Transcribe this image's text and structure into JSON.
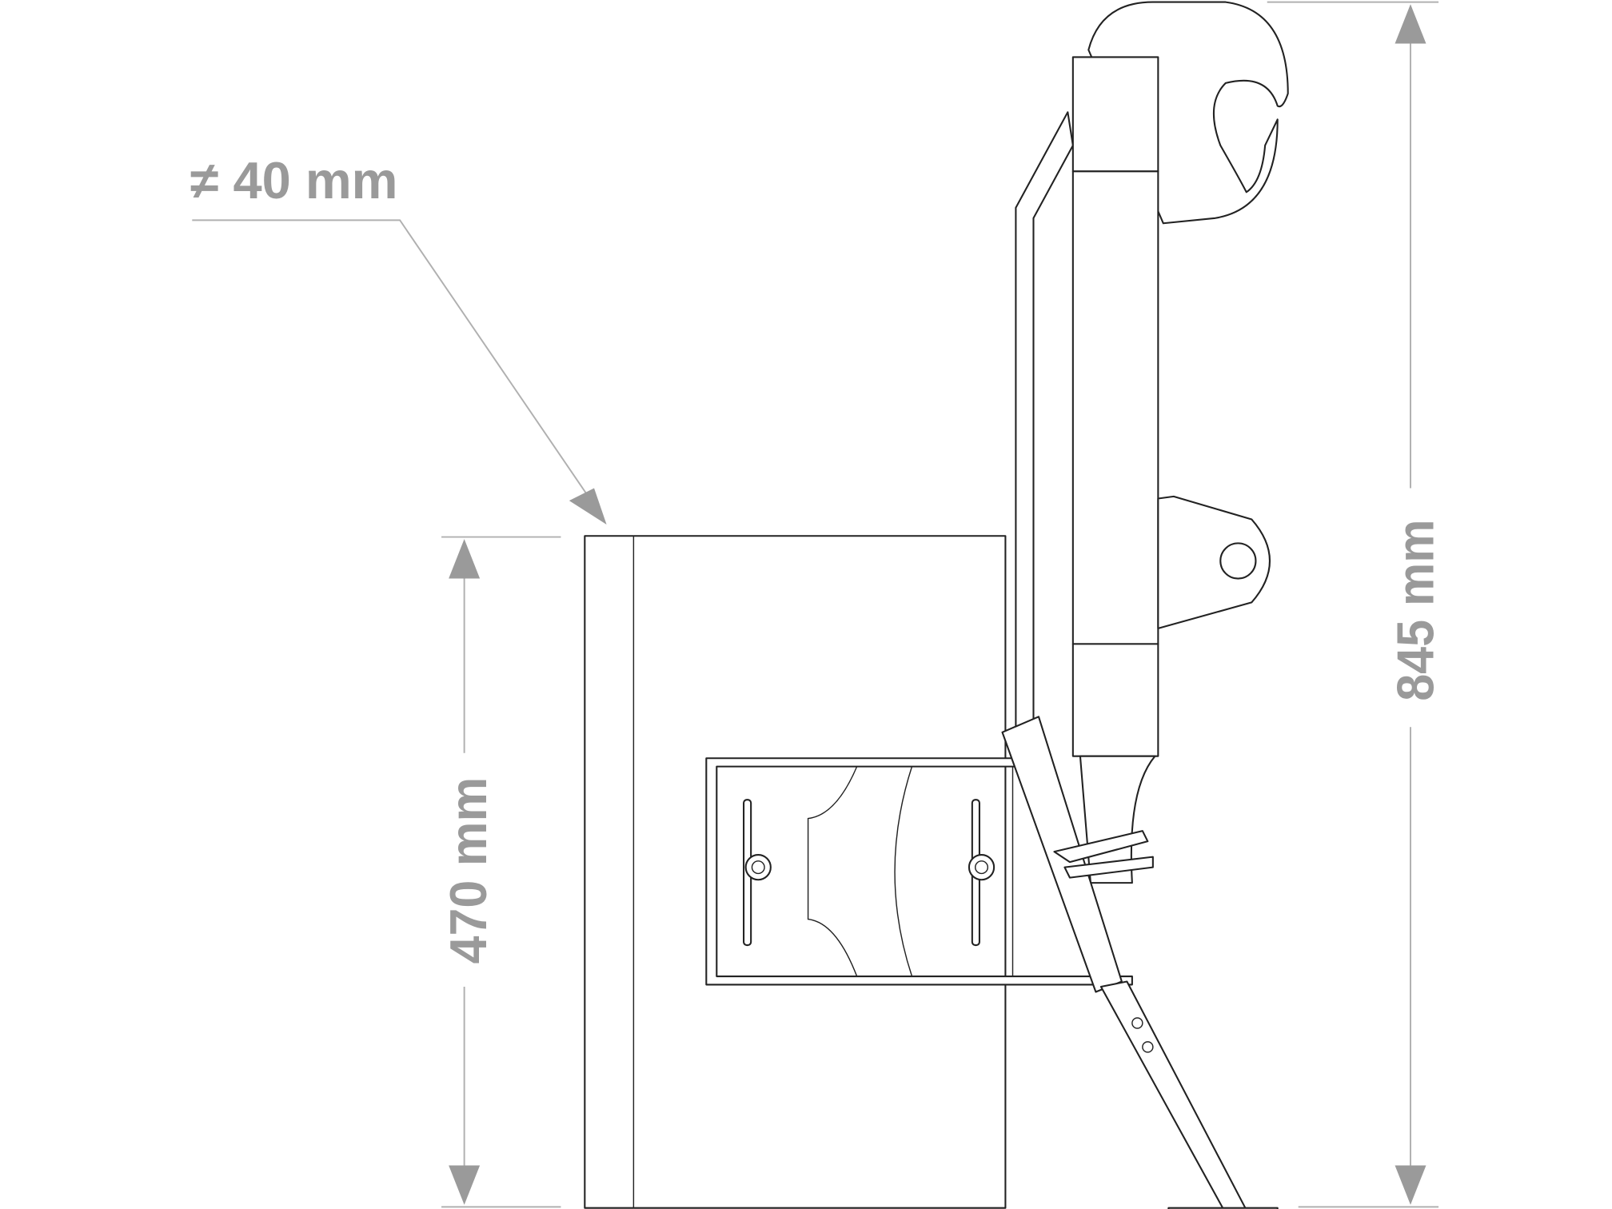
{
  "dimensions": {
    "thickness_label": "≠ 40 mm",
    "height_label": "470 mm",
    "total_height_label": "845 mm"
  },
  "colors": {
    "dimension": "#9a9a9a",
    "outline": "#222222"
  }
}
